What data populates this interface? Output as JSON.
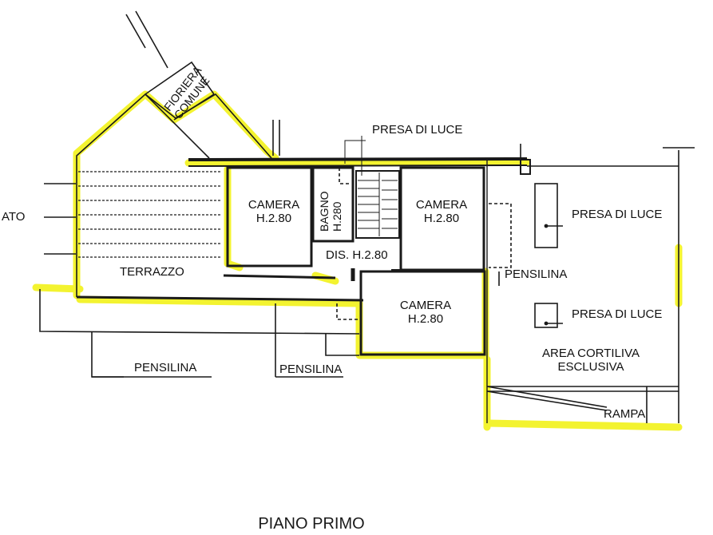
{
  "drawing": {
    "title": "PIANO PRIMO",
    "highlight_color": "#f2f21a",
    "line_color": "#1a1a1a"
  },
  "rooms": {
    "camera_left": {
      "name": "CAMERA",
      "height": "H.2.80"
    },
    "bagno": {
      "name": "BAGNO",
      "height": "H.280"
    },
    "camera_right": {
      "name": "CAMERA",
      "height": "H.2.80"
    },
    "camera_lower": {
      "name": "CAMERA",
      "height": "H.2.80"
    },
    "disimpegno": "DIS. H.2.80",
    "terrazzo": "TERRAZZO",
    "fioriera": {
      "line1": "FIORIERA",
      "line2": "COMUNE"
    },
    "area_cortiliva": {
      "line1": "AREA CORTILIVA",
      "line2": "ESCLUSIVA"
    },
    "rampa": "RAMPA"
  },
  "annotations": {
    "presa_di_luce_top": "PRESA DI LUCE",
    "presa_di_luce_right_1": "PRESA DI LUCE",
    "presa_di_luce_right_2": "PRESA DI LUCE",
    "pensilina_right": "PENSILINA",
    "pensilina_bottom_left": "PENSILINA",
    "pensilina_bottom_mid": "PENSILINA",
    "lato_partial": "ATO"
  }
}
